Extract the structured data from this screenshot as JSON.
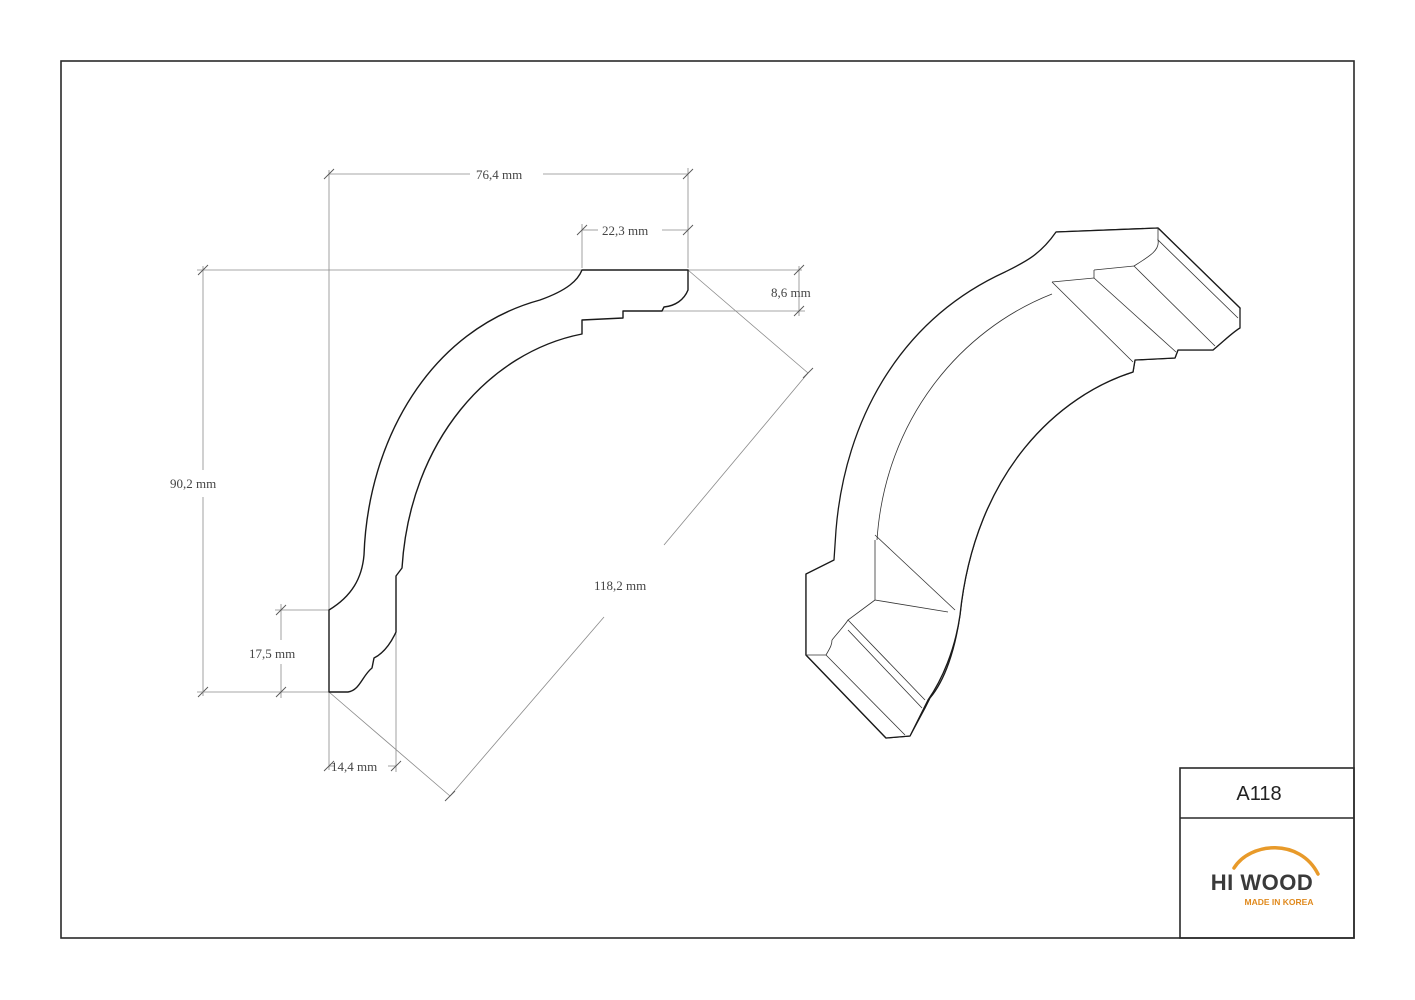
{
  "product": {
    "model_code": "A118"
  },
  "brand": {
    "name": "HI WOOD",
    "tagline": "MADE IN KOREA",
    "accent_color": "#e89a2a"
  },
  "dimensions": {
    "top_width": "76,4 mm",
    "top_step": "22,3 mm",
    "top_depth": "8,6 mm",
    "height": "90,2 mm",
    "diagonal": "118,2 mm",
    "bottom_height": "17,5 mm",
    "bottom_depth": "14,4 mm"
  }
}
